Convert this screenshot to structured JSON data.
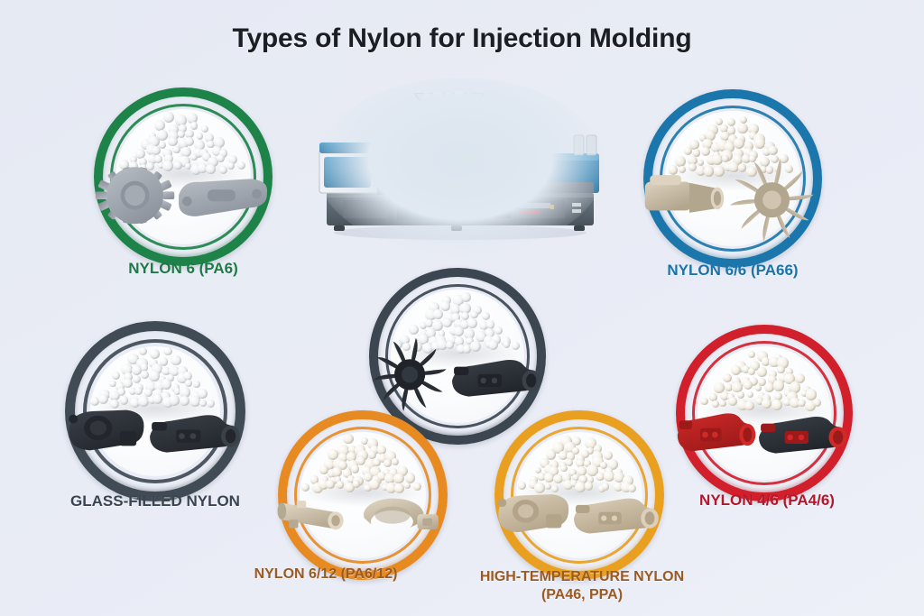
{
  "page": {
    "title": "Types of Nylon for Injection Molding",
    "background_color": "#e6eaf3",
    "title_color": "#1b1f24"
  },
  "machine": {
    "name": "injection-molding-machine",
    "body_color": "#5a6672",
    "accent_color": "#2a7fb8",
    "hopper_color": "#c3c8cd",
    "screen_color": "#2f83bb",
    "pellet_color": "#f4f3ef"
  },
  "nodes": [
    {
      "id": "nylon-6",
      "label": "NYLON 6 (PA6)",
      "label_color": "#1d7a46",
      "ring_color": "#1d8348",
      "ring_color_dark": "#156034",
      "pellet_color": "#eceef0",
      "pellet_shade": "#cbd0d6",
      "part_color": "#b9bec5",
      "part_color_dark": "#8d949d",
      "part_shapes": [
        "gear",
        "bracket"
      ]
    },
    {
      "id": "nylon-6-6",
      "label": "NYLON 6/6 (PA66)",
      "label_color": "#1b73a8",
      "ring_color": "#1b77ab",
      "ring_color_dark": "#145f8a",
      "pellet_color": "#efe9dd",
      "pellet_shade": "#cfc5b2",
      "part_color": "#ded3c0",
      "part_color_dark": "#b3a68f",
      "part_shapes": [
        "connector",
        "impeller"
      ]
    },
    {
      "id": "glass-filled-nylon",
      "label": "GLASS-FILLED NYLON",
      "label_color": "#3a4450",
      "ring_color": "#414b55",
      "ring_color_dark": "#2a323a",
      "pellet_color": "#eef0f1",
      "pellet_shade": "#ccd1d6",
      "part_color": "#3b4149",
      "part_color_dark": "#23272d",
      "part_shapes": [
        "housing",
        "manifold"
      ]
    },
    {
      "id": "nylon-center",
      "label": "",
      "label_color": "#3a4450",
      "ring_color": "#3c4650",
      "ring_color_dark": "#262d35",
      "pellet_color": "#eef0f2",
      "pellet_shade": "#ccd2d8",
      "part_color": "#3b4149",
      "part_color_dark": "#20242a",
      "part_shapes": [
        "impeller",
        "manifold"
      ]
    },
    {
      "id": "nylon-6-12",
      "label": "NYLON 6/12 (PA6/12)",
      "label_color": "#9a5a24",
      "ring_color": "#e78a22",
      "ring_color_dark": "#c9701a",
      "pellet_color": "#f2ece0",
      "pellet_shade": "#d4c9b5",
      "part_color": "#e1d7c4",
      "part_color_dark": "#b6a992",
      "part_shapes": [
        "tube",
        "clamp"
      ]
    },
    {
      "id": "high-temperature-nylon",
      "label": "HIGH-TEMPERATURE NYLON\n(PA46, PPA)",
      "label_color": "#9a5a24",
      "ring_color": "#e9a020",
      "ring_color_dark": "#cb8418",
      "pellet_color": "#f3eee2",
      "pellet_shade": "#d6ccb8",
      "part_color": "#ddd0ba",
      "part_color_dark": "#b3a489",
      "part_shapes": [
        "housing",
        "manifold"
      ]
    },
    {
      "id": "nylon-4-6",
      "label": "NYLON 4/6 (PA4/6)",
      "label_color": "#b2182b",
      "ring_color": "#d11f2c",
      "ring_color_dark": "#a8141f",
      "pellet_color": "#f2ecdf",
      "pellet_shade": "#d6cab2",
      "part_color": "#cf2a28",
      "part_color_dark": "#9d1a1a",
      "part_shapes": [
        "manifold",
        "manifold"
      ]
    }
  ]
}
